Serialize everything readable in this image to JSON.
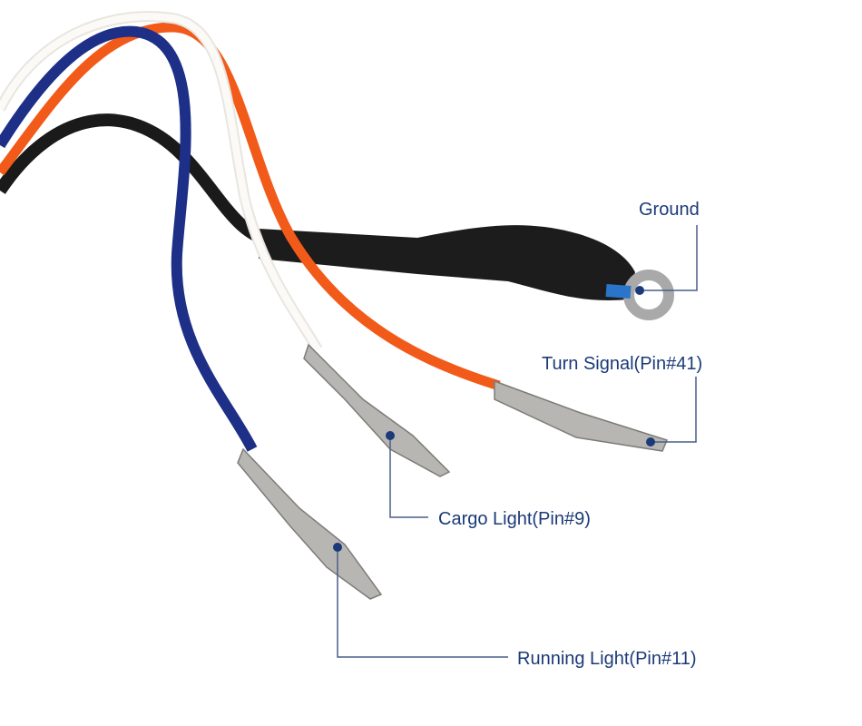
{
  "labels": {
    "ground": "Ground",
    "turn_signal": "Turn Signal(Pin#41)",
    "cargo_light": "Cargo Light(Pin#9)",
    "running_light": "Running Light(Pin#11)"
  },
  "colors": {
    "label": "#1b3a78",
    "leader": "#4a5f8a",
    "wire_blue": "#1d2f86",
    "wire_white": "#f4f2ee",
    "wire_orange": "#f25a1a",
    "wire_black": "#1a1a1a"
  }
}
